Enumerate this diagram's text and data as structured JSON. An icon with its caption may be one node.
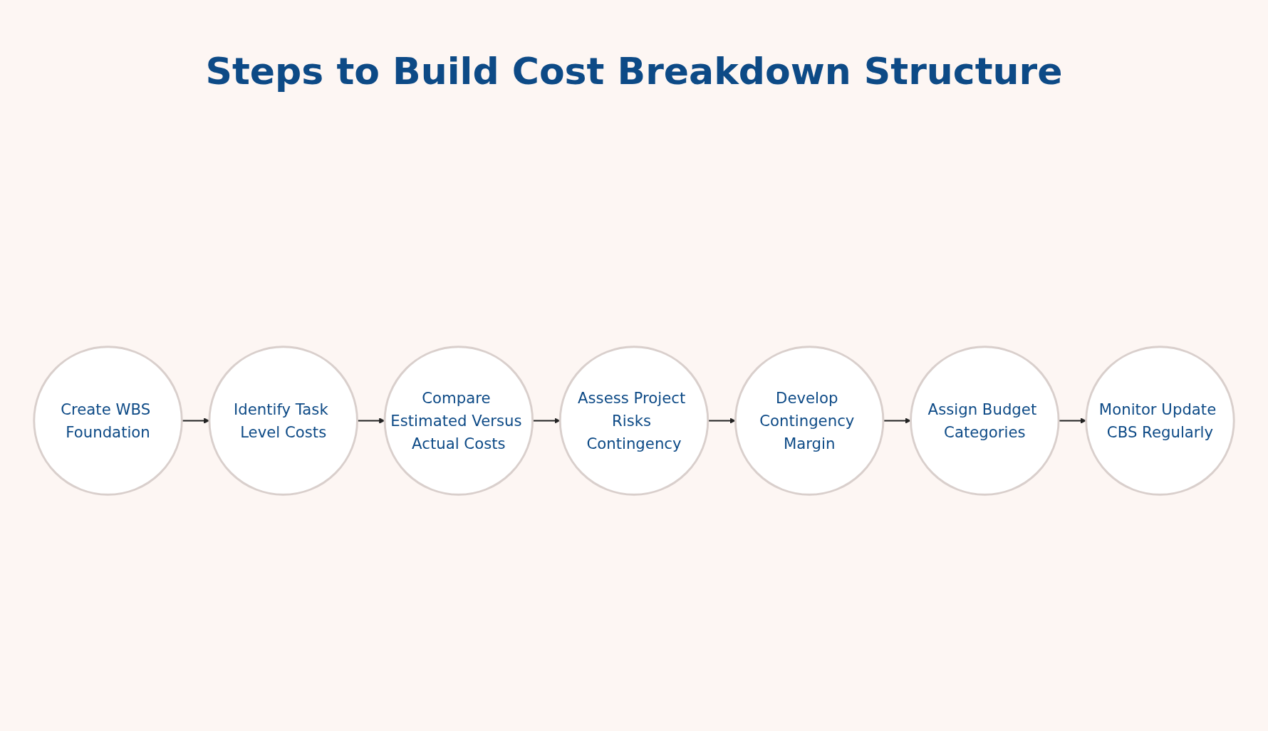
{
  "diagram": {
    "title": "Steps to Build Cost Breakdown Structure",
    "nodes": [
      {
        "text": [
          "Create WBS Foundation"
        ]
      },
      {
        "text": [
          "Identify Task Level Costs"
        ]
      },
      {
        "text": [
          "Compare Estimated Versus Actual Costs"
        ]
      },
      {
        "text": [
          "Assess Project Risks Contingency"
        ]
      },
      {
        "text": [
          "Develop Contingency Margin"
        ]
      },
      {
        "text": [
          "Assign Budget Categories"
        ]
      },
      {
        "text": [
          "Monitor Update CBS Regularly"
        ]
      }
    ],
    "edges": [
      {
        "from": 0,
        "to": 1,
        "arrow": "to"
      },
      {
        "from": 1,
        "to": 2,
        "arrow": "to"
      },
      {
        "from": 2,
        "to": 3,
        "arrow": "to"
      },
      {
        "from": 3,
        "to": 4,
        "arrow": "to"
      },
      {
        "from": 4,
        "to": 5,
        "arrow": "to"
      },
      {
        "from": 5,
        "to": 6,
        "arrow": "to"
      }
    ]
  }
}
